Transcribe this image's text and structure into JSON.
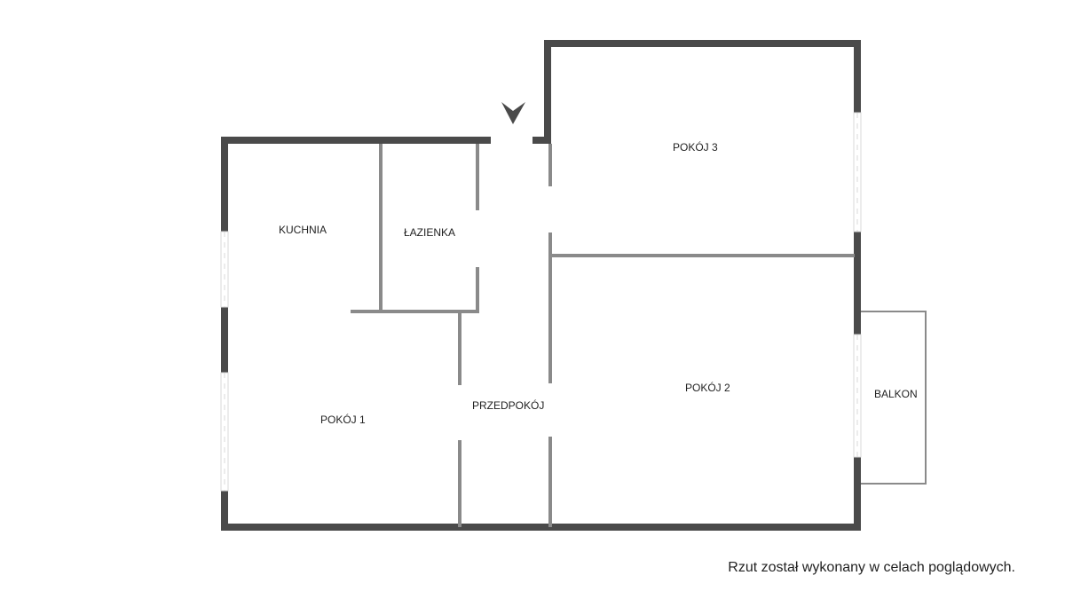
{
  "rooms": {
    "kitchen": "KUCHNIA",
    "bathroom": "ŁAZIENKA",
    "room3": "POKÓJ 3",
    "room2": "POKÓJ 2",
    "room1": "POKÓJ 1",
    "hallway": "PRZEDPOKÓJ",
    "balcony": "BALKON"
  },
  "disclaimer": "Rzut został wykonany w celach poglądowych.",
  "colors": {
    "outer_wall": "#4a4a4a",
    "inner_wall": "#8a8a8a",
    "balcony_outline": "#8a8a8a",
    "window": "#d9d9d9",
    "entrance_marker": "#4a4a4a"
  }
}
